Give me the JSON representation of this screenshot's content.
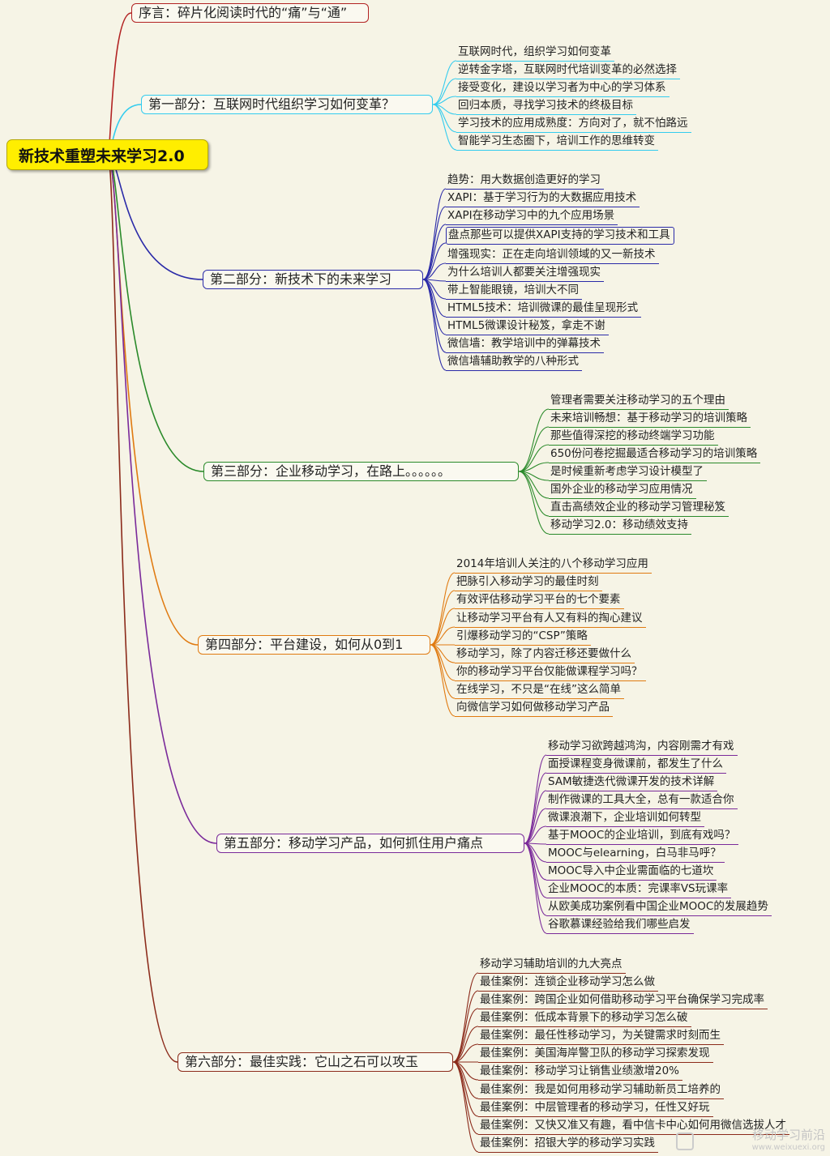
{
  "root": {
    "label": "新技术重塑未来学习2.0"
  },
  "colors": {
    "preface": "#b22222",
    "part1": "#33ccee",
    "part2": "#2a2aa8",
    "part3": "#2a8a2a",
    "part4": "#e07a10",
    "part5": "#7a2a9a",
    "part6": "#8b2a1a"
  },
  "branches": [
    {
      "id": "preface",
      "label": "序言：碎片化阅读时代的“痛”与“通”",
      "children": []
    },
    {
      "id": "part1",
      "label": "第一部分：互联网时代组织学习如何变革？",
      "children": [
        "互联网时代，组织学习如何变革",
        "逆转金字塔，互联网时代培训变革的必然选择",
        "接受变化，建设以学习者为中心的学习体系",
        "回归本质，寻找学习技术的终极目标",
        "学习技术的应用成熟度：方向对了，就不怕路远",
        "智能学习生态圈下，培训工作的思维转变"
      ]
    },
    {
      "id": "part2",
      "label": "第二部分：新技术下的未来学习",
      "children": [
        "趋势：用大数据创造更好的学习",
        "XAPI：基于学习行为的大数据应用技术",
        "XAPI在移动学习中的九个应用场景",
        "盘点那些可以提供XAPI支持的学习技术和工具",
        "增强现实：正在走向培训领域的又一新技术",
        "为什么培训人都要关注增强现实",
        "带上智能眼镜，培训大不同",
        "HTML5技术：培训微课的最佳呈现形式",
        "HTML5微课设计秘笈，拿走不谢",
        "微信墙：教学培训中的弹幕技术",
        "微信墙辅助教学的八种形式"
      ]
    },
    {
      "id": "part3",
      "label": "第三部分：企业移动学习，在路上。。。。。。",
      "children": [
        "管理者需要关注移动学习的五个理由",
        "未来培训畅想：基于移动学习的培训策略",
        "那些值得深挖的移动终端学习功能",
        "650份问卷挖掘最适合移动学习的培训策略",
        "是时候重新考虑学习设计模型了",
        "国外企业的移动学习应用情况",
        "直击高绩效企业的移动学习管理秘笈",
        "移动学习2.0：移动绩效支持"
      ]
    },
    {
      "id": "part4",
      "label": "第四部分：平台建设，如何从0到1",
      "children": [
        "2014年培训人关注的八个移动学习应用",
        "把脉引入移动学习的最佳时刻",
        "有效评估移动学习平台的七个要素",
        "让移动学习平台有人又有料的掏心建议",
        "引爆移动学习的“CSP”策略",
        "移动学习，除了内容迁移还要做什么",
        "你的移动学习平台仅能做课程学习吗？",
        "在线学习，不只是“在线”这么简单",
        "向微信学习如何做移动学习产品"
      ]
    },
    {
      "id": "part5",
      "label": "第五部分：移动学习产品，如何抓住用户痛点",
      "children": [
        "移动学习欲跨越鸿沟，内容刚需才有戏",
        "面授课程变身微课前，都发生了什么",
        "SAM敏捷迭代微课开发的技术详解",
        "制作微课的工具大全，总有一款适合你",
        "微课浪潮下，企业培训如何转型",
        "基于MOOC的企业培训，到底有戏吗？",
        "MOOC与elearning，白马非马呼？",
        "MOOC导入中企业需面临的七道坎",
        "企业MOOC的本质：完课率VS玩课率",
        "从欧美成功案例看中国企业MOOC的发展趋势",
        "谷歌慕课经验给我们哪些启发"
      ]
    },
    {
      "id": "part6",
      "label": "第六部分：最佳实践：它山之石可以攻玉",
      "children": [
        "移动学习辅助培训的九大亮点",
        "最佳案例：连锁企业移动学习怎么做",
        "最佳案例：跨国企业如何借助移动学习平台确保学习完成率",
        "最佳案例：低成本背景下的移动学习怎么破",
        "最佳案例：最任性移动学习，为关键需求时刻而生",
        "最佳案例：美国海岸警卫队的移动学习探索发现",
        "最佳案例：移动学习让销售业绩激增20%",
        "最佳案例：我是如何用移动学习辅助新员工培养的",
        "最佳案例：中层管理者的移动学习，任性又好玩",
        "最佳案例：又快又准又有趣，看中信卡中心如何用微信选拔人才",
        "最佳案例：招银大学的移动学习实践"
      ]
    }
  ],
  "watermark": {
    "title": "移动学习前沿",
    "url": "www.weixuexi.org"
  }
}
